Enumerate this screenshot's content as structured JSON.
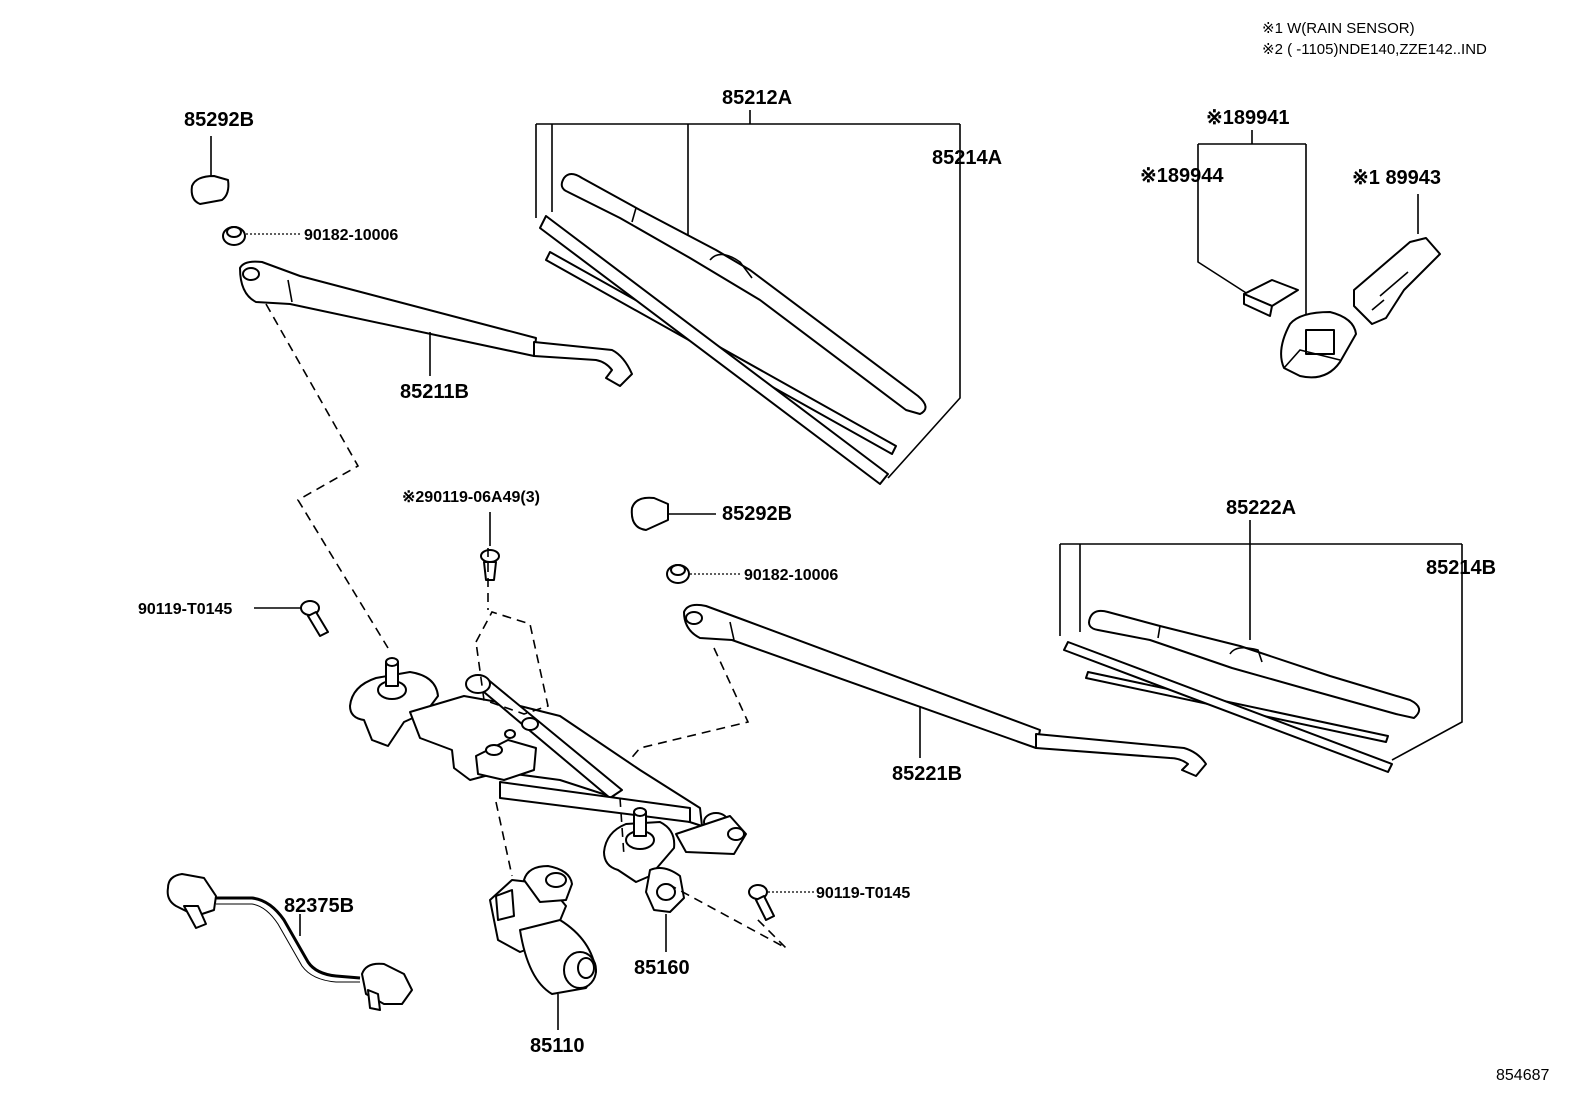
{
  "notes": {
    "note1": "※1 W(RAIN SENSOR)",
    "note2": "※2 (        -1105)NDE140,ZZE142..IND"
  },
  "labels": {
    "p85292B_top": "85292B",
    "p90182_top": "90182-10006",
    "p85211B": "85211B",
    "p85212A": "85212A",
    "p85214A": "85214A",
    "p89941": "※189941",
    "p89944": "※189944",
    "p89943": "※1 89943",
    "p90119_06A49": "※290119-06A49(3)",
    "p85292B_mid": "85292B",
    "p90182_mid": "90182-10006",
    "p90119_T0145_left": "90119-T0145",
    "p85222A": "85222A",
    "p85214B": "85214B",
    "p85221B": "85221B",
    "p90119_T0145_right": "90119-T0145",
    "p82375B": "82375B",
    "p85160": "85160",
    "p85110": "85110"
  },
  "diagram_ref": "854687"
}
